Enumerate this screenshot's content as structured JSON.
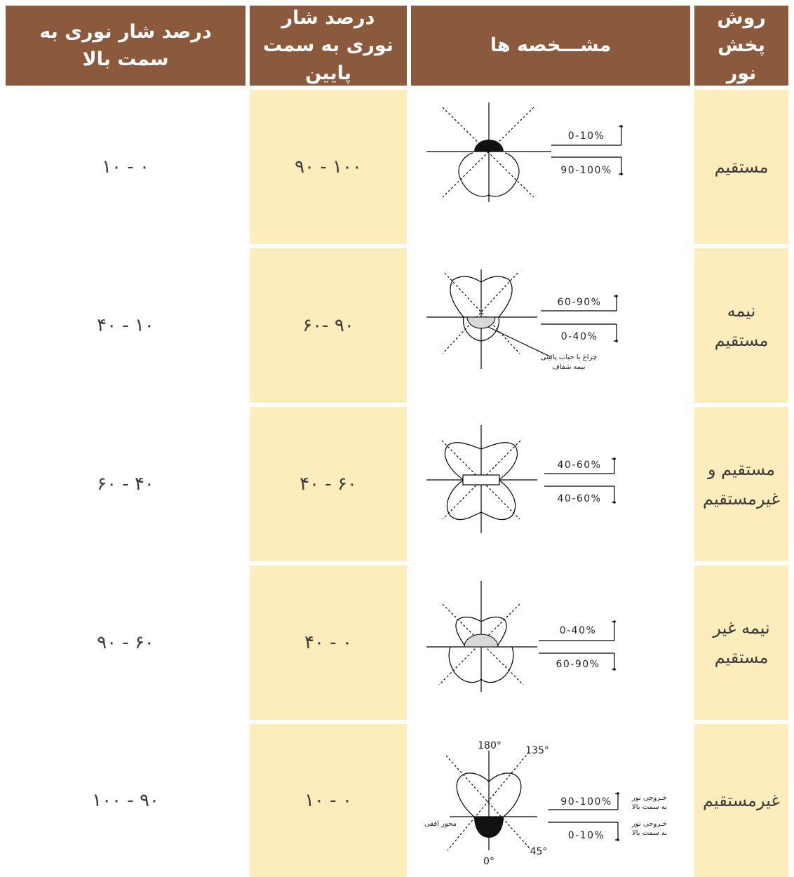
{
  "headers": {
    "up": "درصد شار نوری به سمت بالا",
    "down": "درصد شار نوری به سمت پایین",
    "char": "مشـــخصه ها",
    "method": "روش پخش نور"
  },
  "rows": [
    {
      "name": "مستقیم",
      "up": "۰ - ۱۰",
      "down": "۱۰۰ - ۹۰",
      "upper_pct": "0-10%",
      "lower_pct": "90-100%"
    },
    {
      "name": "نیمه مستقیم",
      "up": "۱۰ - ۴۰",
      "down": "۹۰ -۶۰",
      "upper_pct": "60-90%",
      "lower_pct": "0-40%",
      "note_line1": "چراغ با حباب پائینی",
      "note_line2": "نیمه شفاف"
    },
    {
      "name": "مستقیم و غیرمستقیم",
      "up": "۴۰ - ۶۰",
      "down": "۶۰ - ۴۰",
      "upper_pct": "40-60%",
      "lower_pct": "40-60%"
    },
    {
      "name": "نیمه غیر مستقیم",
      "up": "۶۰ - ۹۰",
      "down": "۰ - ۴۰",
      "upper_pct": "0-40%",
      "lower_pct": "60-90%"
    },
    {
      "name": "غیرمستقیم",
      "up": "۹۰ - ۱۰۰",
      "down": "۰ - ۱۰",
      "upper_pct": "90-100%",
      "lower_pct": "0-10%",
      "angle_top": "180°",
      "angle_diag": "135°",
      "angle_low": "45°",
      "angle_bottom": "0°",
      "axis_label": "محور افقی",
      "up_out_1": "خـروجی نور",
      "up_out_2": "به سمت بالا",
      "down_out_1": "خـروجی نور",
      "down_out_2": "به سمت بالا"
    }
  ],
  "colors": {
    "header_bg": "#8b5a3c",
    "highlight_bg": "#fdecbc"
  }
}
